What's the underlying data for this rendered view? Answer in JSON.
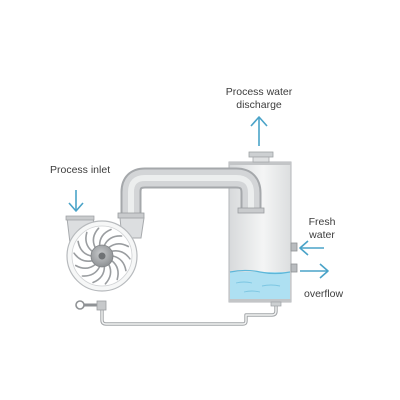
{
  "labels": {
    "process_inlet": "Process inlet",
    "discharge_line1": "Process water",
    "discharge_line2": "discharge",
    "fresh_line1": "Fresh",
    "fresh_line2": "water",
    "overflow": "overflow"
  },
  "colors": {
    "arrow": "#4aa3c8",
    "water": "#aee0f2",
    "water_edge": "#5db7d9",
    "metal_light": "#e8e9ea",
    "metal_mid": "#cfd1d3",
    "metal_dark": "#8f9295",
    "outline": "#a9acaf"
  },
  "icons": {
    "inlet_arrow": "arrow-down-icon",
    "discharge_arrow": "arrow-up-icon",
    "fresh_arrow": "arrow-left-icon",
    "overflow_arrow": "arrow-right-icon"
  }
}
